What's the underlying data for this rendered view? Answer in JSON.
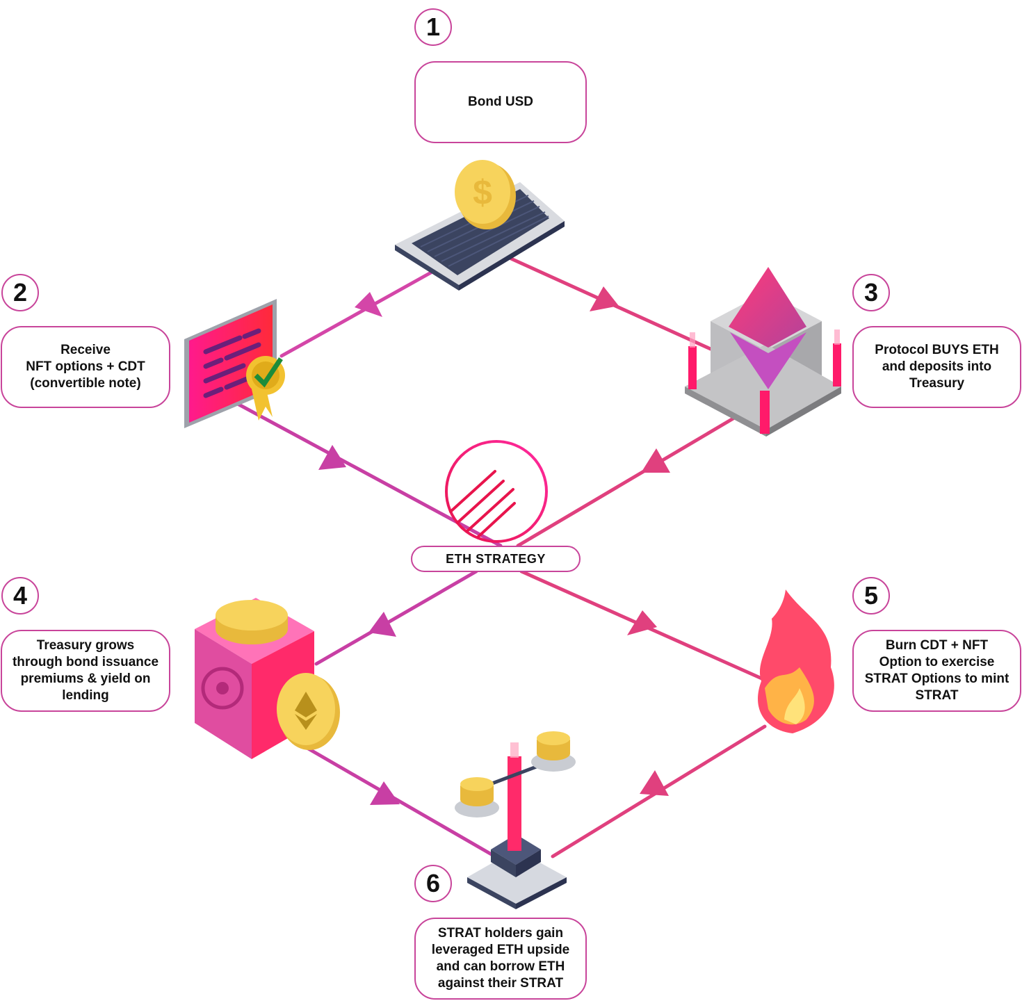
{
  "center": {
    "label": "ETH STRATEGY"
  },
  "steps": [
    {
      "number": "1",
      "text": "Bond USD"
    },
    {
      "number": "2",
      "text": "Receive\nNFT options + CDT\n(convertible note)"
    },
    {
      "number": "3",
      "text": "Protocol BUYS ETH\nand deposits into\nTreasury"
    },
    {
      "number": "4",
      "text": "Treasury grows\nthrough bond issuance\npremiums & yield on\nlending"
    },
    {
      "number": "5",
      "text": "Burn CDT + NFT\nOption to exercise\nSTRAT Options to mint\nSTRAT"
    },
    {
      "number": "6",
      "text": "STRAT holders gain\nleveraged ETH upside\nand can borrow ETH\nagainst their STRAT"
    }
  ],
  "colors": {
    "accent": "#c8449a",
    "pink": "#ff1a8c",
    "magenta": "#d93c9a",
    "coin": "#f7d35c",
    "slate": "#3b4460"
  },
  "icons": [
    "bond-tablet-icon",
    "certificate-icon",
    "eth-treasury-icon",
    "safe-icon",
    "fire-icon",
    "scale-icon",
    "eth-strategy-logo-icon"
  ]
}
